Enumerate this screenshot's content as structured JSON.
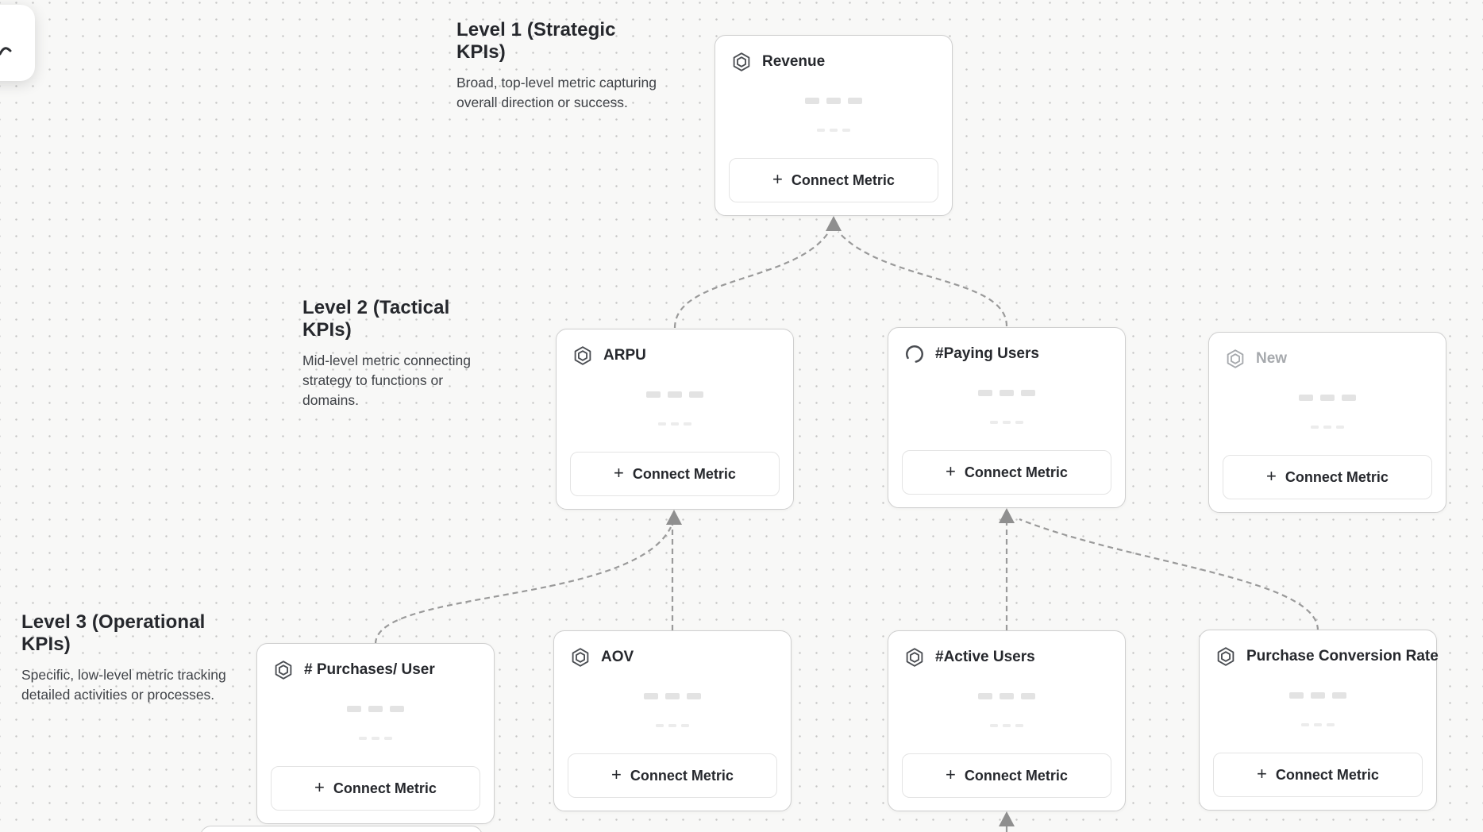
{
  "ui": {
    "connect_metric_label": "Connect Metric",
    "plus": "+"
  },
  "levels": [
    {
      "title": "Level 1 (Strategic KPIs)",
      "description": "Broad, top-level metric capturing overall direction or success."
    },
    {
      "title": "Level 2 (Tactical KPIs)",
      "description": "Mid-level metric connecting strategy to functions or domains."
    },
    {
      "title": "Level 3 (Operational KPIs)",
      "description": "Specific, low-level metric tracking detailed activities or processes."
    }
  ],
  "cards": [
    {
      "title": "Revenue",
      "icon": "hexagon-icon",
      "state": "default",
      "level": 1
    },
    {
      "title": "ARPU",
      "icon": "hexagon-icon",
      "state": "default",
      "level": 2
    },
    {
      "title": "#Paying Users",
      "icon": "spinner-icon",
      "state": "loading",
      "level": 2
    },
    {
      "title": "New",
      "icon": "hexagon-icon",
      "state": "placeholder",
      "level": 2
    },
    {
      "title": "# Purchases/ User",
      "icon": "hexagon-icon",
      "state": "default",
      "level": 3
    },
    {
      "title": "AOV",
      "icon": "hexagon-icon",
      "state": "default",
      "level": 3
    },
    {
      "title": "#Active Users",
      "icon": "hexagon-icon",
      "state": "default",
      "level": 3
    },
    {
      "title": "Purchase Conversion Rate",
      "icon": "hexagon-icon",
      "state": "default",
      "level": 3
    }
  ],
  "colors": {
    "connector": "#9a9a9a",
    "card_border": "#cfcfcf",
    "title_text": "#26282d",
    "muted_text": "#a6a9ad",
    "background": "#f8f8f7"
  }
}
